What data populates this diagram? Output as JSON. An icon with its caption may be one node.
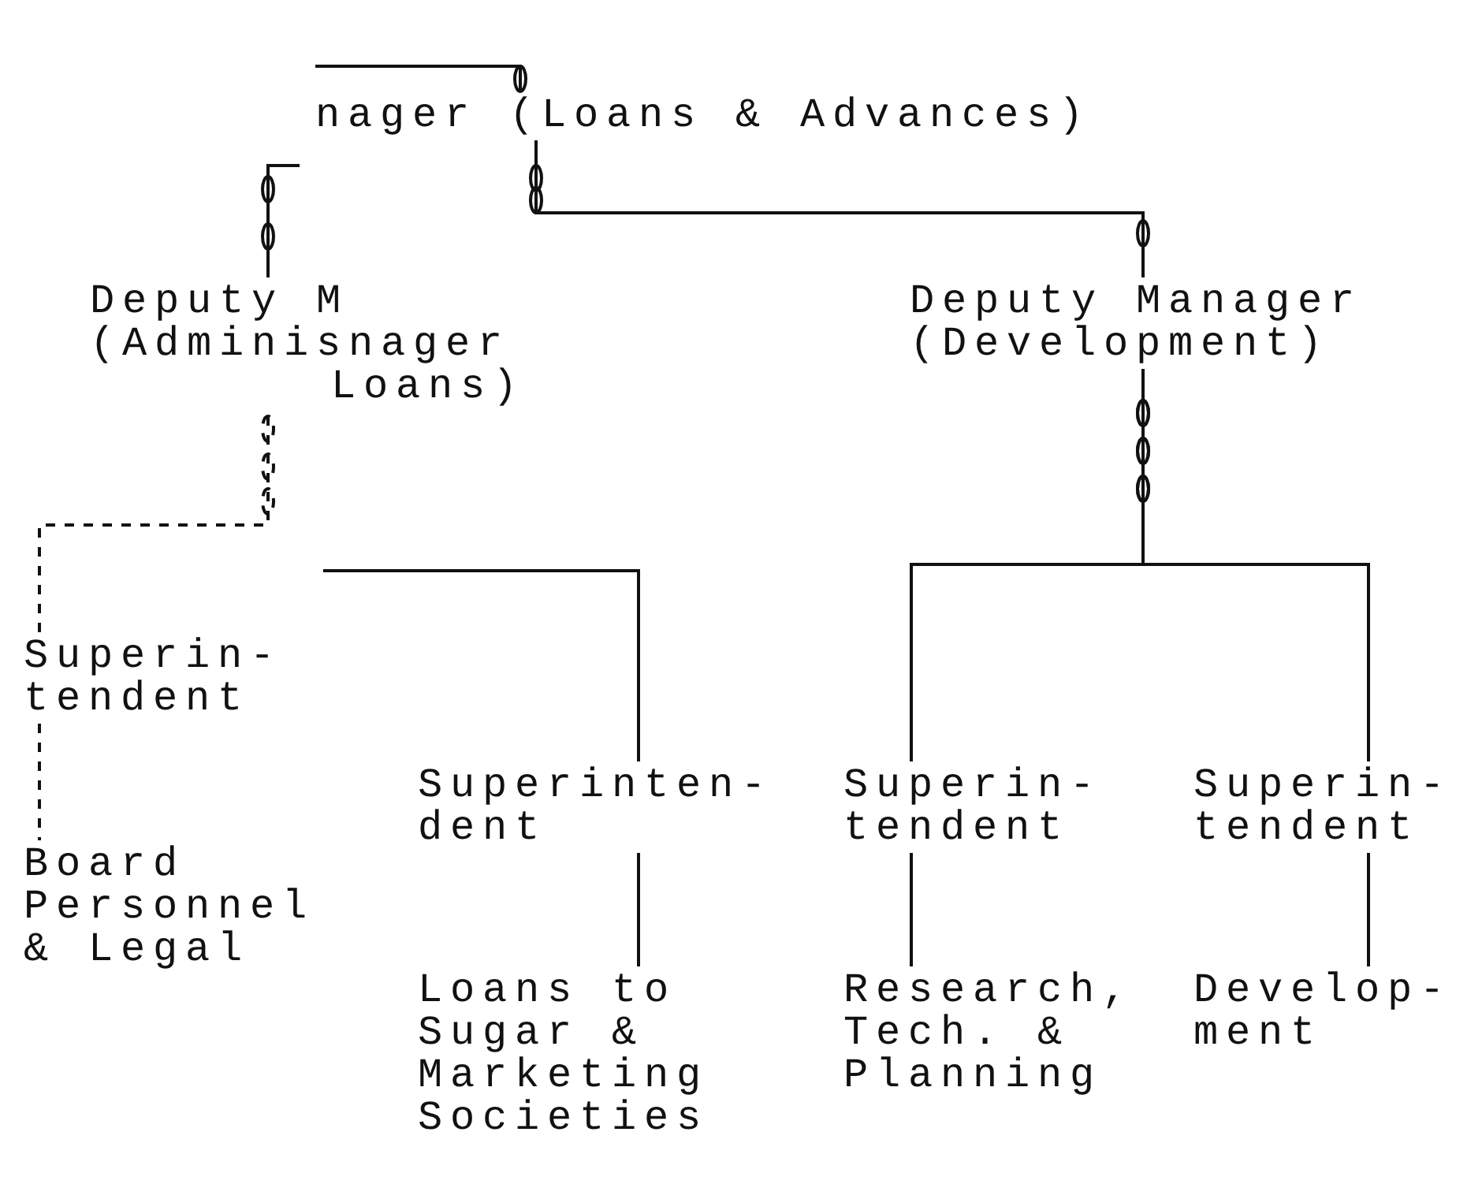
{
  "diagram": {
    "nodes": [
      {
        "text": [
          "nager (Loans & Advances)"
        ]
      },
      {
        "text": [
          "Deputy M",
          "(Adminisnager",
          "Loans)"
        ]
      },
      {
        "text": [
          "Deputy Manager (Development)"
        ]
      },
      {
        "text": [
          "Superin- tendent"
        ]
      },
      {
        "text": [
          "Board Personnel & Legal"
        ]
      },
      {
        "text": [
          "Superinten- dent"
        ]
      },
      {
        "text": [
          "Loans to Sugar & Marketing Societies"
        ]
      },
      {
        "text": [
          "Superin- tendent"
        ]
      },
      {
        "text": [
          "Research, Tech. & Planning"
        ]
      },
      {
        "text": [
          "Superin- tendent"
        ]
      },
      {
        "text": [
          "Develop- ment"
        ]
      }
    ],
    "edges": [
      {
        "from": null,
        "to": 0,
        "arrow": "none"
      },
      {
        "from": 0,
        "to": 2,
        "arrow": "none"
      },
      {
        "from": null,
        "to": 1,
        "arrow": "none"
      },
      {
        "from": 1,
        "to": 3,
        "arrow": "none",
        "style": "dashed"
      },
      {
        "from": 3,
        "to": 4,
        "arrow": "none",
        "style": "dashed"
      },
      {
        "from": null,
        "to": 5,
        "arrow": "none"
      },
      {
        "from": 5,
        "to": 6,
        "arrow": "none"
      },
      {
        "from": 2,
        "to": 7,
        "arrow": "none"
      },
      {
        "from": 2,
        "to": 9,
        "arrow": "none"
      },
      {
        "from": 7,
        "to": 8,
        "arrow": "none"
      },
      {
        "from": 9,
        "to": 10,
        "arrow": "none"
      }
    ]
  }
}
